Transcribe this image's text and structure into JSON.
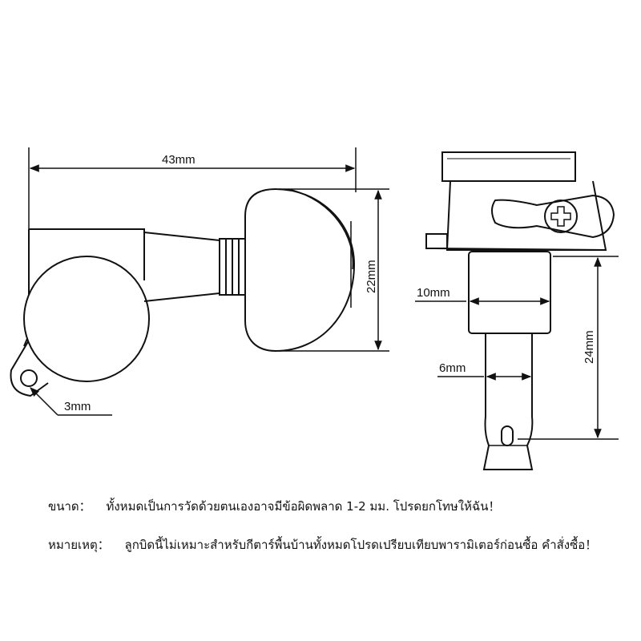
{
  "dimensions": {
    "total_length": "43mm",
    "button_height": "22mm",
    "hole_diameter": "3mm",
    "bushing_width": "10mm",
    "post_diameter": "6mm",
    "post_height": "24mm"
  },
  "notes": {
    "size_label": "ขนาด：",
    "size_text": "ทั้งหมดเป็นการวัดด้วยตนเองอาจมีข้อผิดพลาด 1-2 มม. โปรดยกโทษให้ฉัน！",
    "remark_label": "หมายเหตุ：",
    "remark_text": "ลูกบิดนี้ไม่เหมาะสำหรับกีตาร์พื้นบ้านทั้งหมดโปรดเปรียบเทียบพารามิเตอร์ก่อนซื้อ คำสั่งซื้อ！"
  },
  "colors": {
    "line": "#111111",
    "background": "#ffffff"
  }
}
